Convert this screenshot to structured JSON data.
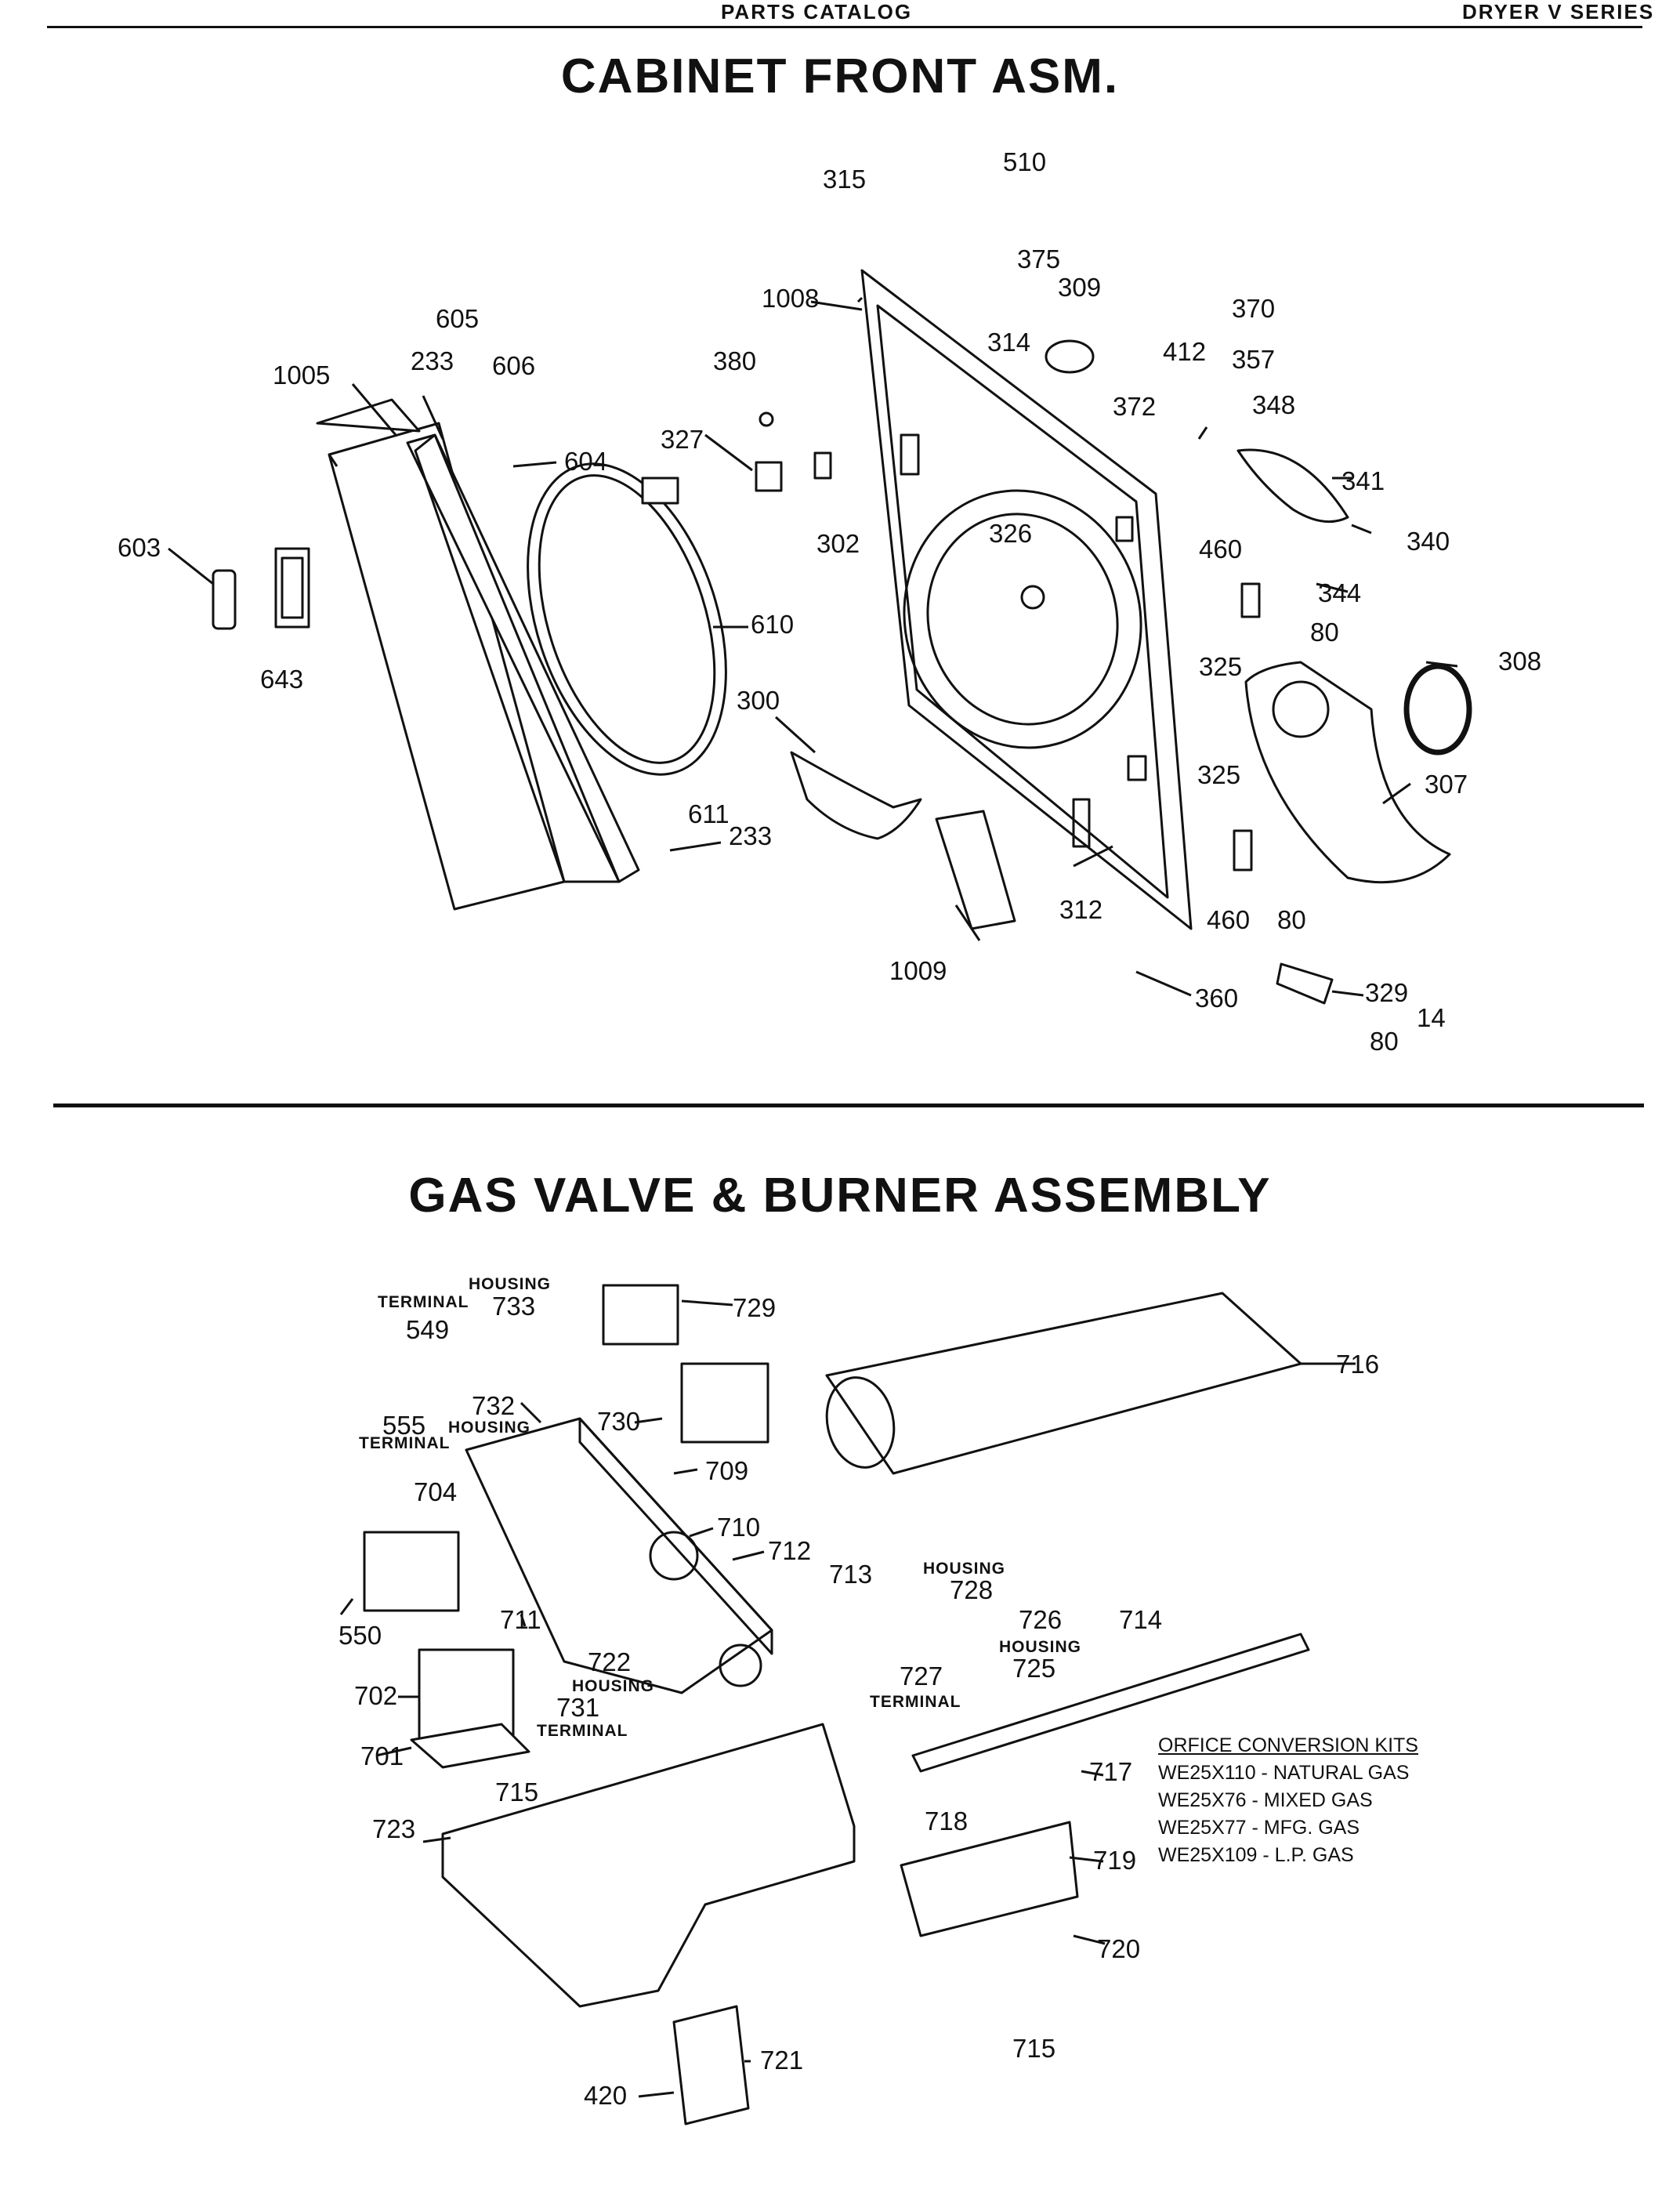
{
  "header": {
    "catalog": "PARTS CATALOG",
    "series": "DRYER V SERIES"
  },
  "section1": {
    "title": "CABINET FRONT ASM."
  },
  "section2": {
    "title": "GAS VALVE & BURNER ASSEMBLY"
  },
  "kits": {
    "title": "ORFICE CONVERSION KITS",
    "items": [
      "WE25X110 - NATURAL GAS",
      "WE25X76 - MIXED GAS",
      "WE25X77 - MFG. GAS",
      "WE25X109 - L.P. GAS"
    ]
  },
  "callouts1": [
    "315",
    "510",
    "375",
    "309",
    "1008",
    "314",
    "370",
    "412",
    "357",
    "605",
    "233",
    "606",
    "380",
    "1005",
    "372",
    "348",
    "327",
    "604",
    "302",
    "341",
    "326",
    "340",
    "603",
    "460",
    "344",
    "643",
    "80",
    "610",
    "325",
    "308",
    "300",
    "307",
    "611",
    "233",
    "325",
    "312",
    "460",
    "80",
    "1009",
    "360",
    "329",
    "14",
    "80"
  ],
  "callouts2": [
    "HOUSING",
    "733",
    "729",
    "TERMINAL",
    "549",
    "716",
    "732",
    "555",
    "HOUSING",
    "730",
    "TERMINAL",
    "709",
    "704",
    "710",
    "712",
    "713",
    "HOUSING",
    "728",
    "726",
    "714",
    "550",
    "711",
    "HOUSING",
    "725",
    "722",
    "727",
    "702",
    "HOUSING",
    "TERMINAL",
    "731",
    "TERMINAL",
    "701",
    "717",
    "715",
    "718",
    "723",
    "719",
    "720",
    "715",
    "721",
    "420"
  ]
}
